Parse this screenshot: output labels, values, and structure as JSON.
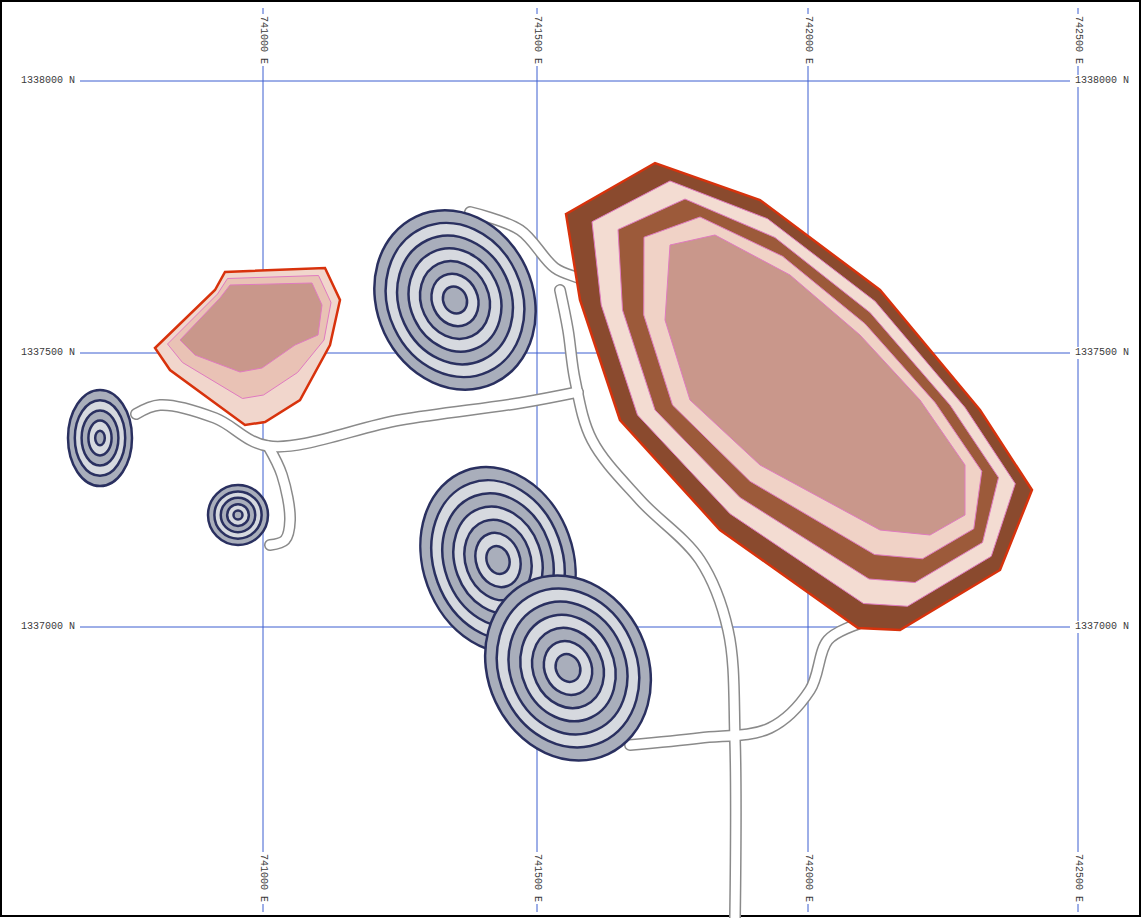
{
  "diagram": {
    "labels": [
      "741000 E",
      "741500 E",
      "742000 E",
      "742500 E",
      "1338000 N",
      "1338000 N",
      "1337500 N",
      "1337500 N",
      "1337000 N",
      "1337000 N",
      "741000 E",
      "741500 E",
      "742000 E",
      "742500 E"
    ]
  }
}
